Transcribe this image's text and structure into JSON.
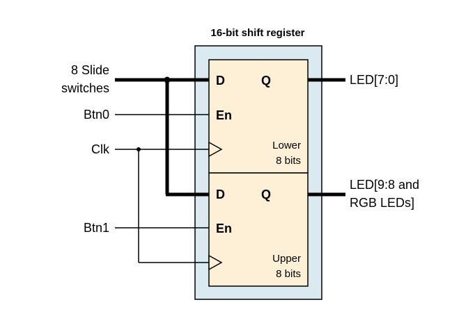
{
  "diagram": {
    "title": "16-bit shift register",
    "inputs": {
      "slide_line1": "8 Slide",
      "slide_line2": "switches",
      "btn0": "Btn0",
      "clk": "Clk",
      "btn1": "Btn1"
    },
    "outputs": {
      "lower": "LED[7:0]",
      "upper_line1": "LED[9:8 and",
      "upper_line2": "RGB LEDs]"
    },
    "lower_register": {
      "d_label": "D",
      "q_label": "Q",
      "en_label": "En",
      "name_line1": "Lower",
      "name_line2": "8 bits"
    },
    "upper_register": {
      "d_label": "D",
      "q_label": "Q",
      "en_label": "En",
      "name_line1": "Upper",
      "name_line2": "8 bits"
    },
    "colors": {
      "outer_fill": "#dbe9f0",
      "register_fill": "#fdf0d6",
      "stroke": "#000000"
    }
  }
}
